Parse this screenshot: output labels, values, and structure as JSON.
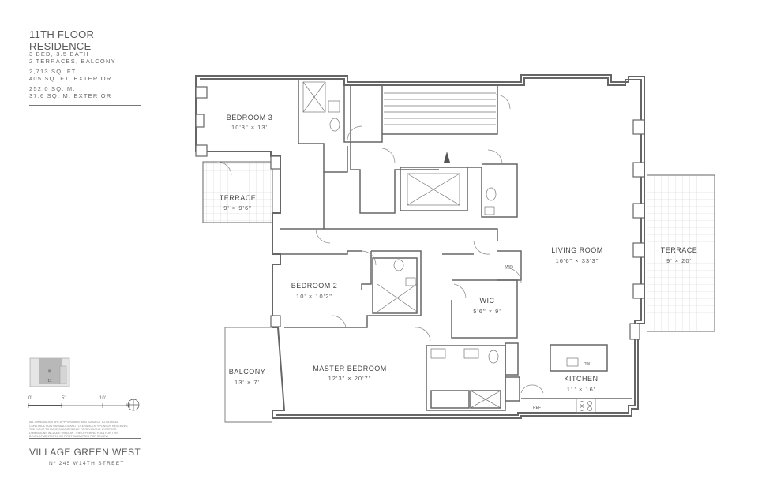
{
  "listing": {
    "title": "11TH FLOOR RESIDENCE",
    "rooms_summary": "3 BED, 3.5 BATH",
    "outdoor_summary": "2 TERRACES, BALCONY",
    "interior_sqft": "2,713 SQ. FT.",
    "exterior_sqft": "405 SQ. FT. EXTERIOR",
    "interior_sqm": "252.0 SQ. M.",
    "exterior_sqm": "37.6 SQ. M. EXTERIOR"
  },
  "keyplan": {
    "unit_number": "11"
  },
  "scale": {
    "labels": [
      "0'",
      "5'",
      "10'"
    ],
    "north": "N"
  },
  "disclaimer": "ALL DIMENSIONS ARE APPROXIMATE AND SUBJECT TO NORMAL CONSTRUCTION VARIANCES AND TOLERANCES. SPONSOR RESERVES THE RIGHT TO MAKE CHANGES DUE TO REVISIONS. EXTERIOR DIMENSIONS INCLUDE WINDOW. THE OFFERING PLAN FOR THIS DEVELOPMENT IS TO BE FIRST SUBMITTED FOR REVIEW",
  "building": {
    "name": "VILLAGE GREEN WEST",
    "address": "Nº 245 W14TH STREET"
  },
  "rooms": [
    {
      "id": "bedroom3",
      "name": "BEDROOM 3",
      "dims": "10'3\" × 13'"
    },
    {
      "id": "terrace_left",
      "name": "TERRACE",
      "dims": "9' × 9'6\""
    },
    {
      "id": "bedroom2",
      "name": "BEDROOM 2",
      "dims": "10' × 10'2\""
    },
    {
      "id": "balcony",
      "name": "BALCONY",
      "dims": "13' × 7'"
    },
    {
      "id": "master",
      "name": "MASTER BEDROOM",
      "dims": "12'3\" × 20'7\""
    },
    {
      "id": "wic",
      "name": "WIC",
      "dims": "5'6\" × 9'"
    },
    {
      "id": "living",
      "name": "LIVING ROOM",
      "dims": "16'6\" × 33'3\""
    },
    {
      "id": "terrace_right",
      "name": "TERRACE",
      "dims": "9' × 20'"
    },
    {
      "id": "kitchen",
      "name": "KITCHEN",
      "dims": "11' × 16'"
    }
  ],
  "fixtures": {
    "washer_dryer": "W/D",
    "dishwasher": "DW",
    "refrigerator": "REF"
  },
  "colors": {
    "wall": "#666666",
    "wall_fill": "#ffffff",
    "terrace_grid": "#cfcfcf",
    "text": "#555555"
  }
}
